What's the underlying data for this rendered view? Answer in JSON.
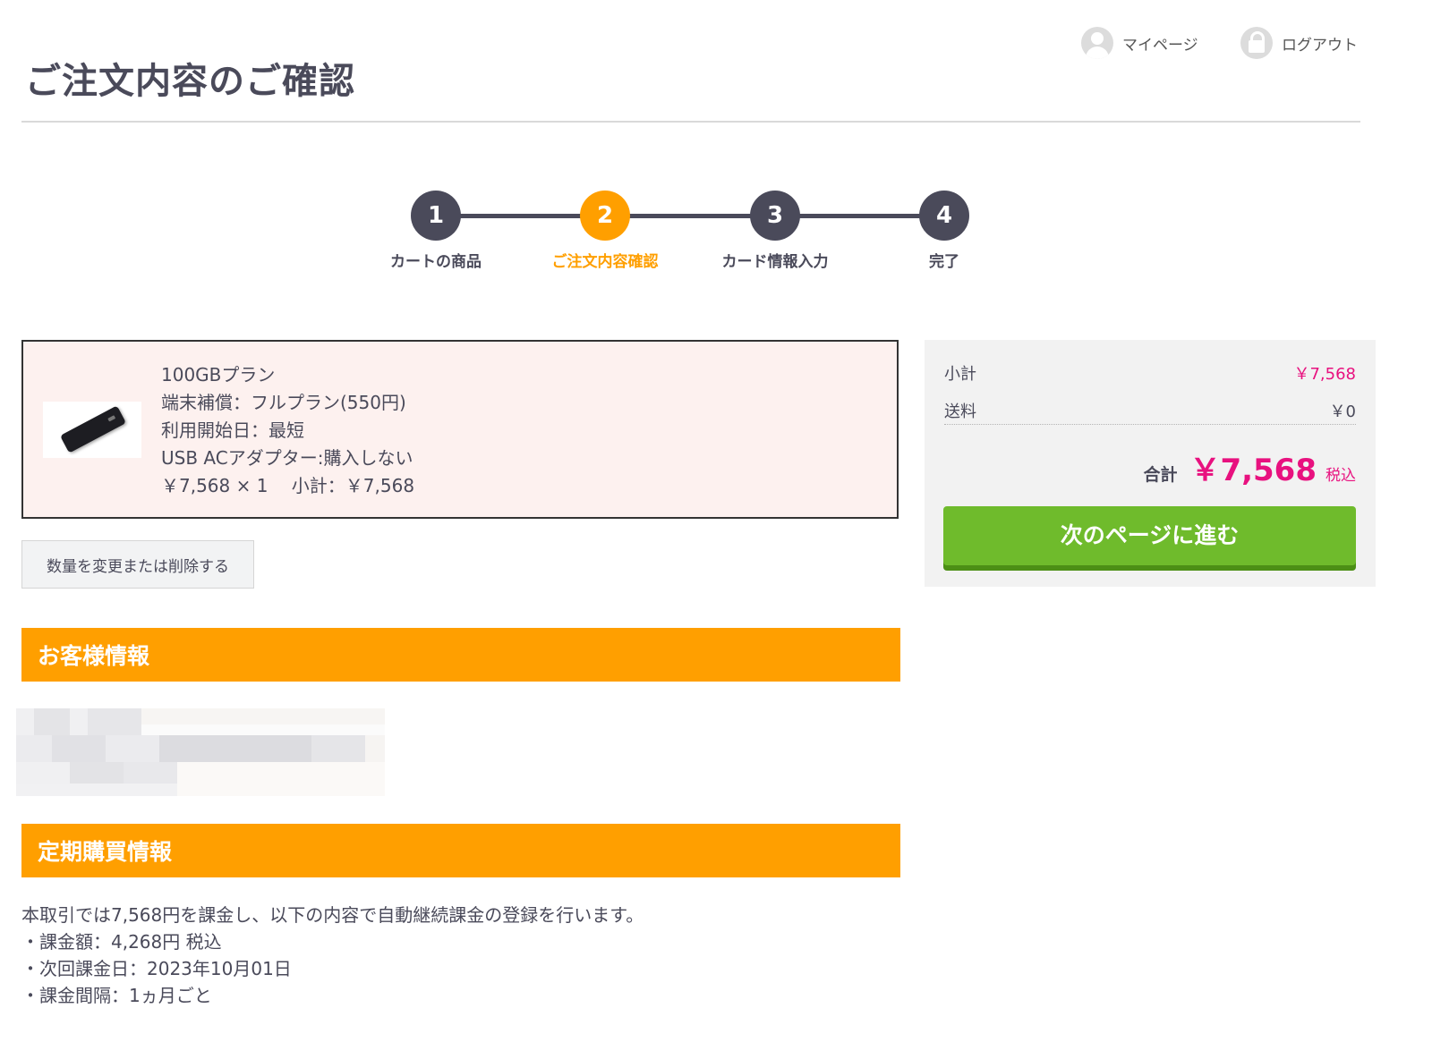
{
  "header": {
    "title": "ご注文内容のご確認",
    "mypage_label": "マイページ",
    "logout_label": "ログアウト",
    "mypage_icon": "user-icon",
    "logout_icon": "lock-icon"
  },
  "stepper": {
    "steps": [
      {
        "number": "1",
        "label": "カートの商品"
      },
      {
        "number": "2",
        "label": "ご注文内容確認"
      },
      {
        "number": "3",
        "label": "カード情報入力"
      },
      {
        "number": "4",
        "label": "完了"
      }
    ],
    "active_step": 2,
    "active_color": "#ff9f00",
    "inactive_color": "#4a4a5a"
  },
  "product": {
    "lines": [
      "100GBプラン",
      "端末補償：フルプラン(550円)",
      "利用開始日：最短",
      "USB ACアダプター:購入しない",
      "￥7,568 × 1　 小計：￥7,568"
    ],
    "change_button": "数量を変更または削除する"
  },
  "customer_section": {
    "title": "お客様情報"
  },
  "subscription_section": {
    "title": "定期購買情報",
    "lines": [
      "本取引では7,568円を課金し、以下の内容で自動継続課金の登録を行います。",
      "・課金額：4,268円 税込",
      "・次回課金日：2023年10月01日",
      "・課金間隔：1ヵ月ごと"
    ]
  },
  "summary": {
    "subtotal_label": "小計",
    "subtotal_value": "￥7,568",
    "shipping_label": "送料",
    "shipping_value": "￥0",
    "total_label": "合計",
    "total_value": "￥7,568",
    "tax_note": "税込",
    "next_button": "次のページに進む",
    "accent_color": "#e8117f",
    "button_color": "#6fbb2c"
  },
  "colors": {
    "section_header": "#ff9f00",
    "product_bg": "#fdf1ef"
  }
}
